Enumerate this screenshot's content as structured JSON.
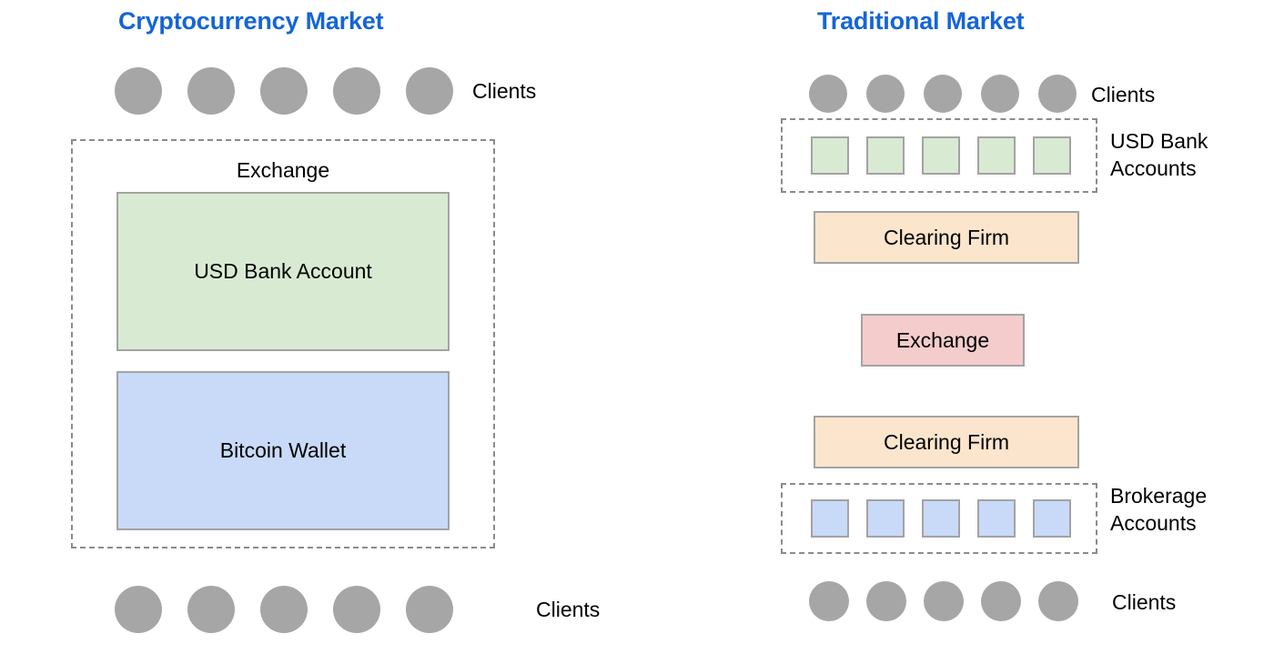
{
  "colors": {
    "title_blue": "#1565d8",
    "client_gray": "#a6a6a6",
    "dashed_gray": "#8b8b8b",
    "box_border": "#a3a3a3",
    "green_fill": "#d9ead3",
    "blue_fill": "#c9daf8",
    "peach_fill": "#fce5cd",
    "pink_fill": "#f4cccc",
    "background": "#ffffff"
  },
  "left_panel": {
    "title": "Cryptocurrency Market",
    "top_clients_label": "Clients",
    "top_clients_count": 5,
    "exchange_caption": "Exchange",
    "usd_bank_account_label": "USD Bank Account",
    "bitcoin_wallet_label": "Bitcoin Wallet",
    "bottom_clients_label": "Clients",
    "bottom_clients_count": 5
  },
  "right_panel": {
    "title": "Traditional Market",
    "top_clients_label": "Clients",
    "top_clients_count": 5,
    "usd_bank_accounts_label": "USD Bank Accounts",
    "usd_bank_accounts_count": 5,
    "clearing_firm_top_label": "Clearing Firm",
    "exchange_label": "Exchange",
    "clearing_firm_bottom_label": "Clearing Firm",
    "brokerage_accounts_label": "Brokerage Accounts",
    "brokerage_accounts_count": 5,
    "bottom_clients_label": "Clients",
    "bottom_clients_count": 5
  }
}
